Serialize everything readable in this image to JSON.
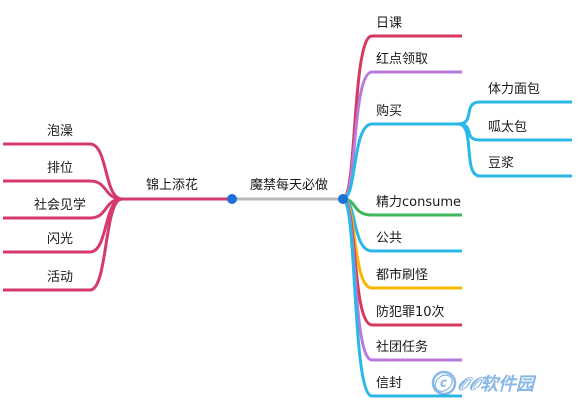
{
  "center": {
    "label": "魔禁每天必做"
  },
  "left_branch": {
    "label": "锦上添花",
    "color": "#d63a6a",
    "items": [
      "泡澡",
      "排位",
      "社会见学",
      "闪光",
      "活动"
    ]
  },
  "right_items": [
    {
      "label": "日课",
      "color": "#d43a5e"
    },
    {
      "label": "红点领取",
      "color": "#b97ad9"
    },
    {
      "label": "购买",
      "color": "#29b8e8",
      "children": [
        "体力面包",
        "呱太包",
        "豆浆"
      ]
    },
    {
      "label": "精力consume",
      "color": "#3fb65a"
    },
    {
      "label": "公共",
      "color": "#29b8e8"
    },
    {
      "label": "都市刷怪",
      "color": "#f5b800"
    },
    {
      "label": "防犯罪10次",
      "color": "#d43a5e"
    },
    {
      "label": "社团任务",
      "color": "#b97ad9"
    },
    {
      "label": "信封",
      "color": "#29b8e8"
    }
  ],
  "colors": {
    "hub": "#1e6fd9",
    "connector": "#b8b8b8"
  },
  "watermark": "ⓒ 𝒪𝒪软件园"
}
